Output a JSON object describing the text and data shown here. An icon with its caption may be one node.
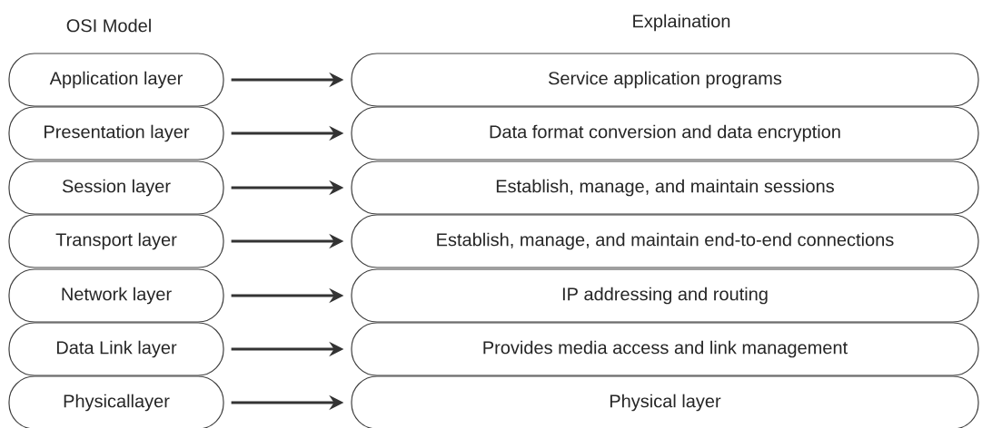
{
  "diagram": {
    "nodes": [
      {
        "text": [
          "Application layer"
        ]
      },
      {
        "text": [
          "Presentation layer"
        ]
      },
      {
        "text": [
          "Session layer"
        ]
      },
      {
        "text": [
          "Transport layer"
        ]
      },
      {
        "text": [
          "Network layer"
        ]
      },
      {
        "text": [
          "Data Link layer"
        ]
      },
      {
        "text": [
          "Physicallayer"
        ]
      },
      {
        "text": [
          "Service application programs"
        ]
      },
      {
        "text": [
          "Data format conversion and data encryption"
        ]
      },
      {
        "text": [
          "Establish, manage, and maintain sessions"
        ]
      },
      {
        "text": [
          "Establish, manage, and maintain end-to-end connections"
        ]
      },
      {
        "text": [
          "IP addressing and routing"
        ]
      },
      {
        "text": [
          "Provides media access and link management"
        ]
      },
      {
        "text": [
          "Physical layer"
        ]
      }
    ],
    "edges": [
      {
        "from": 0,
        "to": 7,
        "arrow": "to"
      },
      {
        "from": 1,
        "to": 8,
        "arrow": "to"
      },
      {
        "from": 2,
        "to": 9,
        "arrow": "to"
      },
      {
        "from": 3,
        "to": 10,
        "arrow": "to"
      },
      {
        "from": 4,
        "to": 11,
        "arrow": "to"
      },
      {
        "from": 5,
        "to": 12,
        "arrow": "to"
      },
      {
        "from": 6,
        "to": 13,
        "arrow": "to"
      }
    ],
    "labels": [
      "OSI Model",
      "Explaination"
    ]
  }
}
